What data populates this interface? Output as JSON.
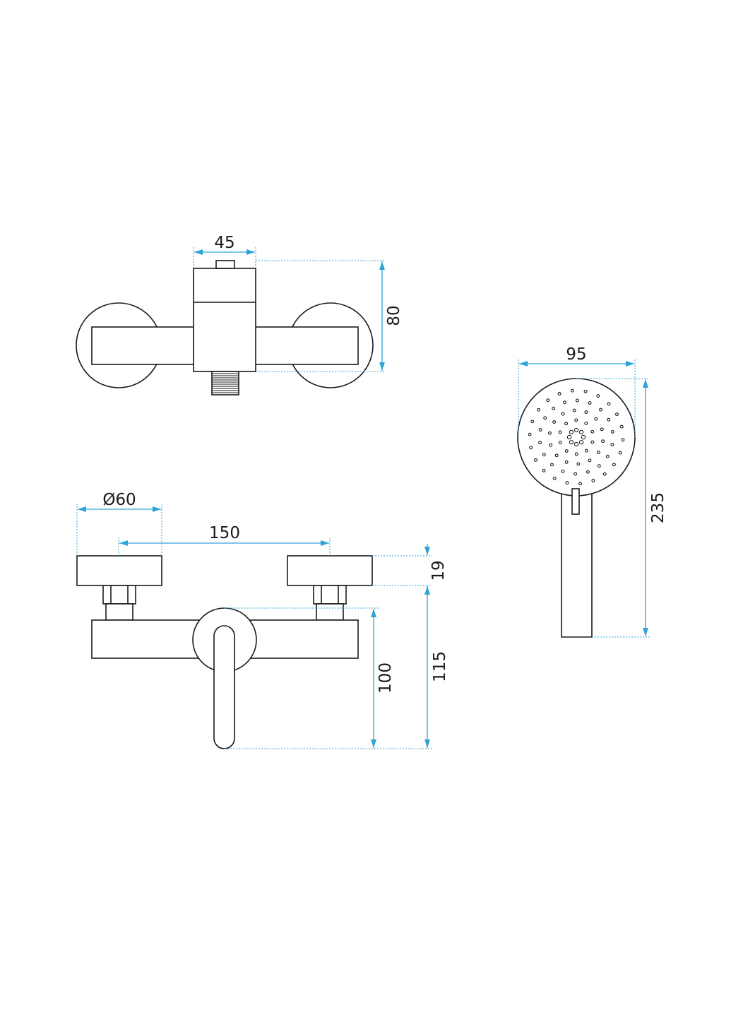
{
  "colors": {
    "outline": "#1a1a1a",
    "dimension": "#2ea3d6",
    "background": "#ffffff"
  },
  "top_view": {
    "width_label": "45",
    "height_label": "80"
  },
  "front_view": {
    "diameter_label": "Ø60",
    "spacing_label": "150",
    "knob_height_label": "19",
    "lever_drop_label": "100",
    "total_drop_label": "115"
  },
  "hand_shower": {
    "head_diameter_label": "95",
    "length_label": "235"
  }
}
